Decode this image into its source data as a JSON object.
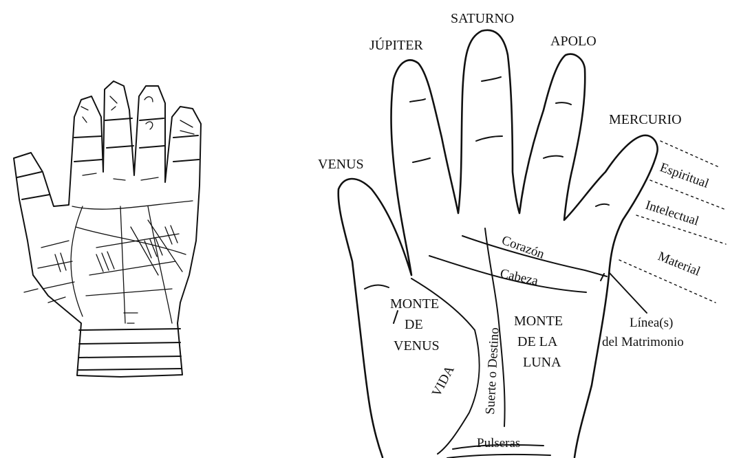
{
  "fingers": {
    "saturno": "SATURNO",
    "jupiter": "JÚPITER",
    "apolo": "APOLO",
    "mercurio": "MERCURIO",
    "venus": "VENUS"
  },
  "phalanges": {
    "espiritual": "Espiritual",
    "intelectual": "Intelectual",
    "material": "Material"
  },
  "lines": {
    "corazon": "Corazón",
    "cabeza": "Cabeza",
    "vida": "VIDA",
    "destino": "Suerte o Destino",
    "pulseras": "Pulseras"
  },
  "mounts": {
    "venus_1": "MONTE",
    "venus_2": "DE",
    "venus_3": "VENUS",
    "luna_1": "MONTE",
    "luna_2": "DE LA",
    "luna_3": "LUNA"
  },
  "matrimonio": {
    "line1": "Línea(s)",
    "line2": "del Matrimonio"
  }
}
